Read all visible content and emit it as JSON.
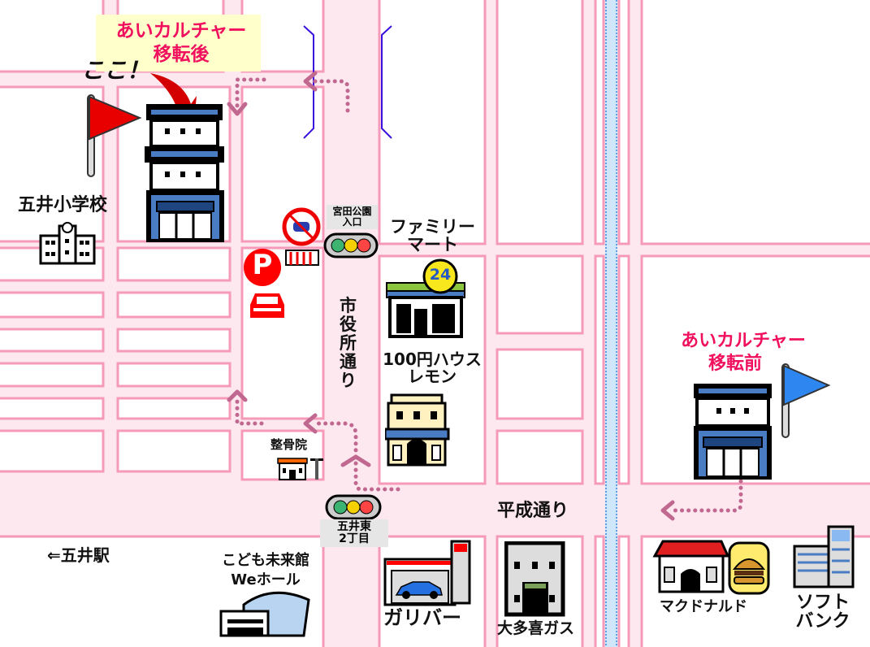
{
  "new_location": {
    "line1": "あいカルチャー",
    "line2": "移転後",
    "pointer": "ここ！"
  },
  "old_location": {
    "line1": "あいカルチャー",
    "line2": "移転前"
  },
  "school": "五井小学校",
  "signal_north": {
    "line1": "宮田公園",
    "line2": "入口"
  },
  "signal_south": {
    "line1": "五井東",
    "line2": "2丁目"
  },
  "family_mart": {
    "line1": "ファミリー",
    "line2": "マート",
    "badge": "24"
  },
  "road_vertical": [
    "市",
    "役",
    "所",
    "通",
    "り"
  ],
  "lemon": {
    "line1": "100円ハウス",
    "line2": "レモン"
  },
  "seikotsuin": "整骨院",
  "road_horizontal": "平成通り",
  "station": "⇐五井駅",
  "kodomo": {
    "line1": "こども未来館",
    "line2": "Weホール"
  },
  "gulliver": "ガリバー",
  "gas": "大多喜ガス",
  "mcdonalds": "マクドナルド",
  "softbank": {
    "line1": "ソフト",
    "line2": "バンク"
  },
  "parking": "P",
  "colors": {
    "road": "#fde8ef",
    "road_edge": "#f59ab9",
    "accent": "#f0105e",
    "route": "#c06890",
    "river": "#cfe6fb"
  }
}
